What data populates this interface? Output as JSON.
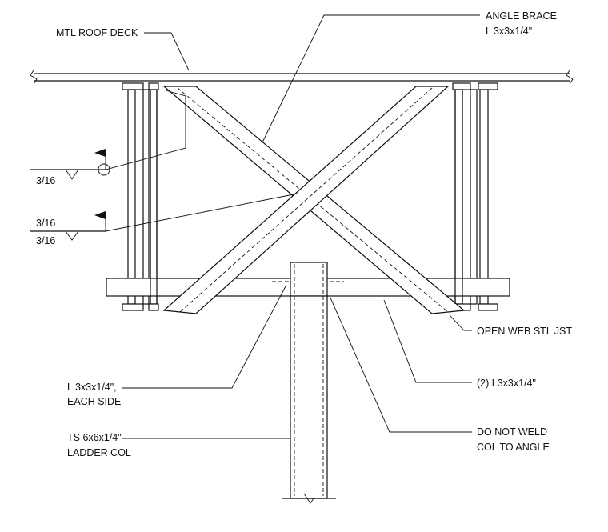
{
  "labels": {
    "mtl_roof_deck": "MTL ROOF DECK",
    "angle_brace_1": "ANGLE BRACE",
    "angle_brace_2": "L 3x3x1/4\"",
    "weld_upper": "3/16",
    "weld_mid_top": "3/16",
    "weld_mid_bottom": "3/16",
    "open_web": "OPEN WEB STL JST",
    "two_angles": "(2) L3x3x1/4\"",
    "angle_each_1": "L 3x3x1/4\",",
    "angle_each_2": "EACH SIDE",
    "ts_1": "TS 6x6x1/4\"",
    "ts_2": "LADDER COL",
    "no_weld_1": "DO NOT WELD",
    "no_weld_2": "COL TO ANGLE"
  },
  "colors": {
    "line": "#111111",
    "background": "#ffffff"
  }
}
